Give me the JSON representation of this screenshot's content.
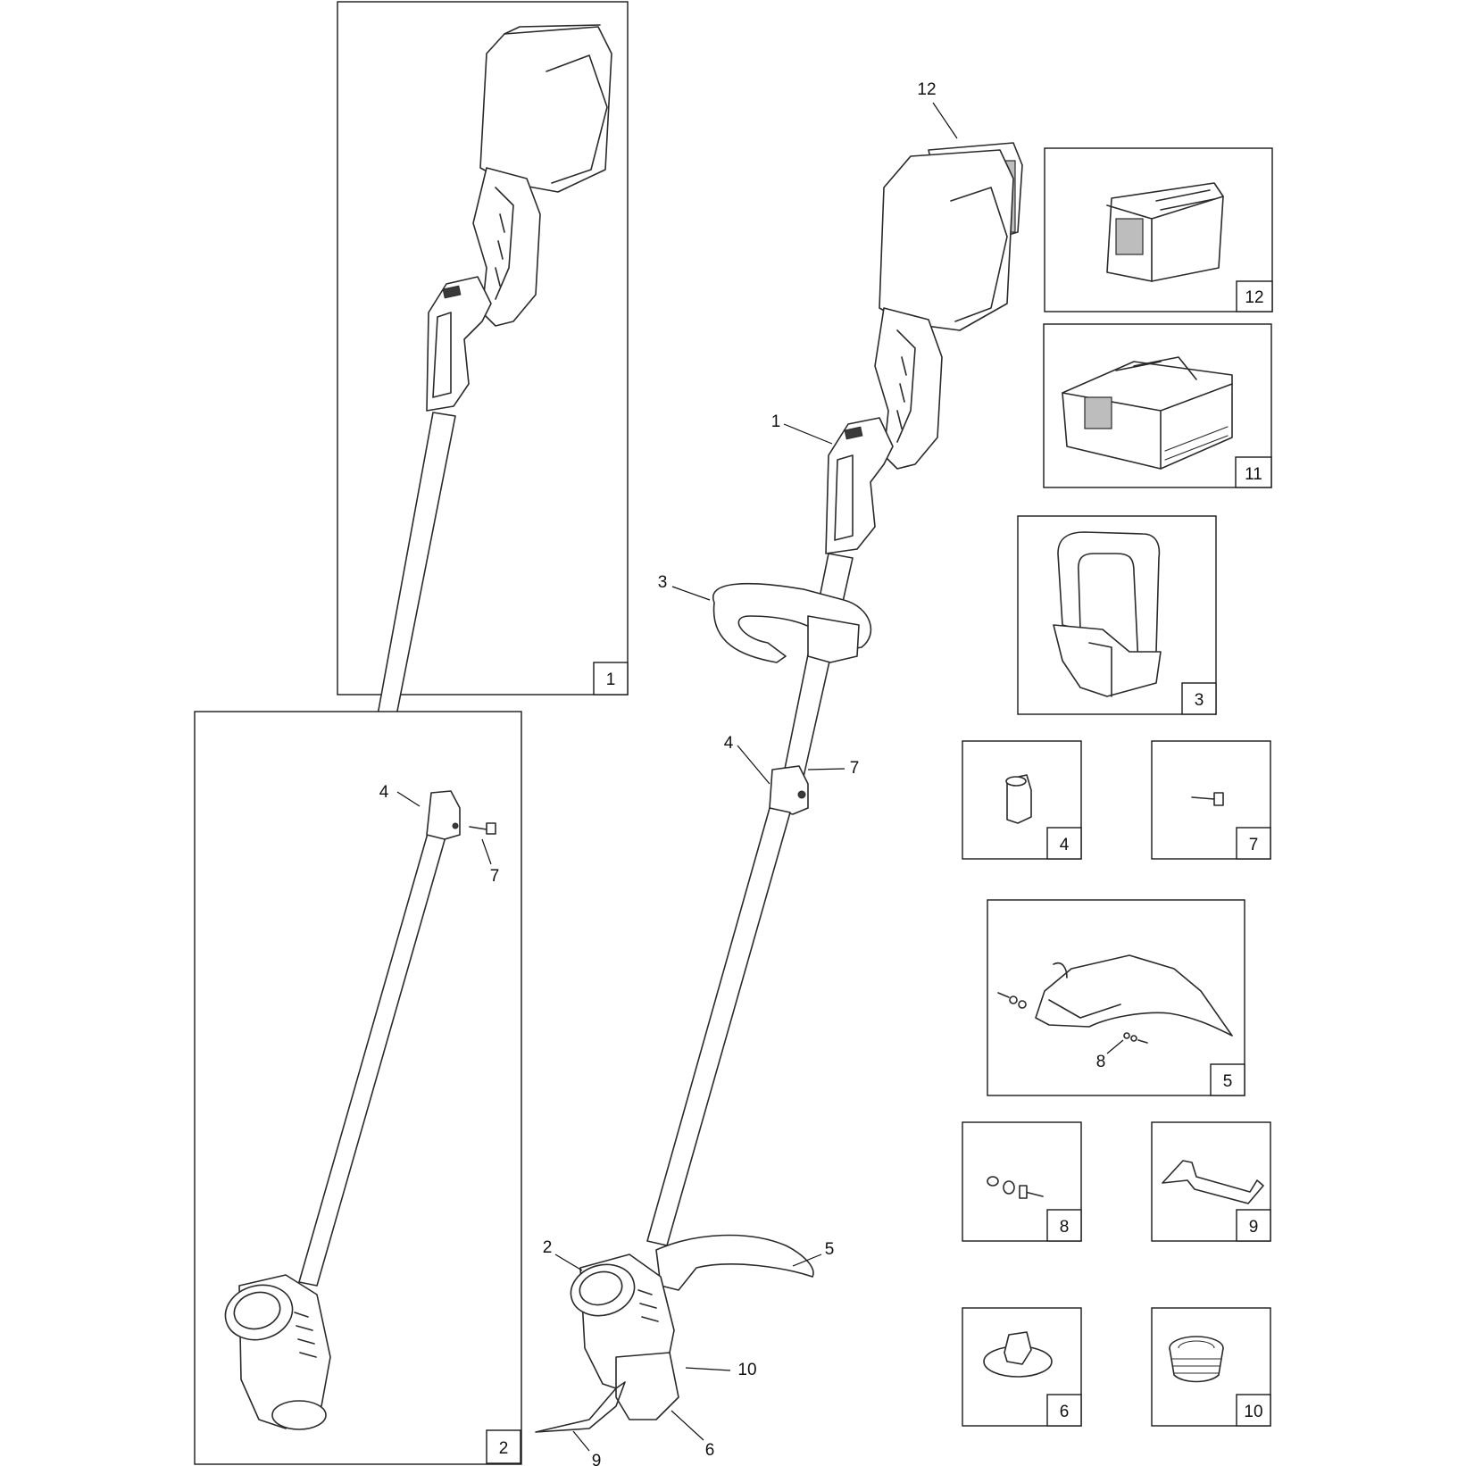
{
  "boxes": {
    "1": "1",
    "2": "2",
    "3": "3",
    "4": "4",
    "5": "5",
    "6": "6",
    "7": "7",
    "8": "8",
    "9": "9",
    "10": "10",
    "11": "11",
    "12": "12"
  },
  "callouts": {
    "main_12": "12",
    "main_1": "1",
    "main_3": "3",
    "main_4": "4",
    "main_7": "7",
    "main_2": "2",
    "main_5": "5",
    "main_10": "10",
    "main_9": "9",
    "main_6": "6",
    "box2_4": "4",
    "box2_7": "7",
    "box5_8": "8"
  }
}
